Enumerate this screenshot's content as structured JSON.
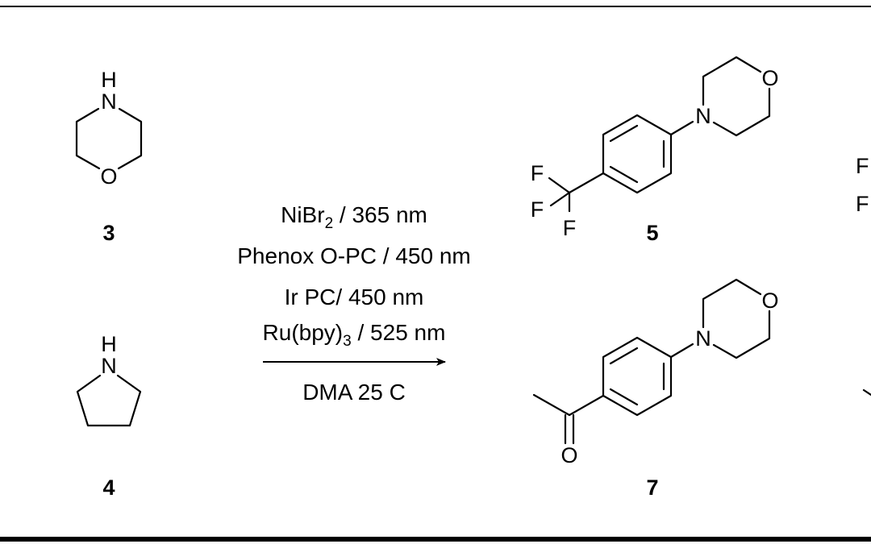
{
  "compounds": {
    "morpholine": {
      "label": "3",
      "atoms": {
        "n": "H",
        "n_atom": "N",
        "o_atom": "O"
      }
    },
    "pyrrolidine": {
      "label": "4",
      "atoms": {
        "n": "H",
        "n_atom": "N"
      }
    },
    "product_cf3": {
      "label": "5",
      "atoms": {
        "o": "O",
        "n": "N",
        "f1": "F",
        "f2": "F",
        "f3": "F"
      }
    },
    "product_acetyl": {
      "label": "7",
      "atoms": {
        "o": "O",
        "n": "N",
        "carbonyl_o": "O"
      }
    },
    "partial_right": {
      "atoms": {
        "f1": "F",
        "f2": "F"
      }
    }
  },
  "conditions": {
    "line1": {
      "main": "NiBr",
      "sub": "2",
      "rest": " / 365 nm"
    },
    "line2": "Phenox O-PC / 450 nm",
    "line3": "Ir PC/ 450 nm",
    "line4": {
      "main": "Ru(bpy)",
      "sub": "3",
      "rest": " / 525 nm"
    },
    "below_arrow": "DMA 25 C"
  }
}
